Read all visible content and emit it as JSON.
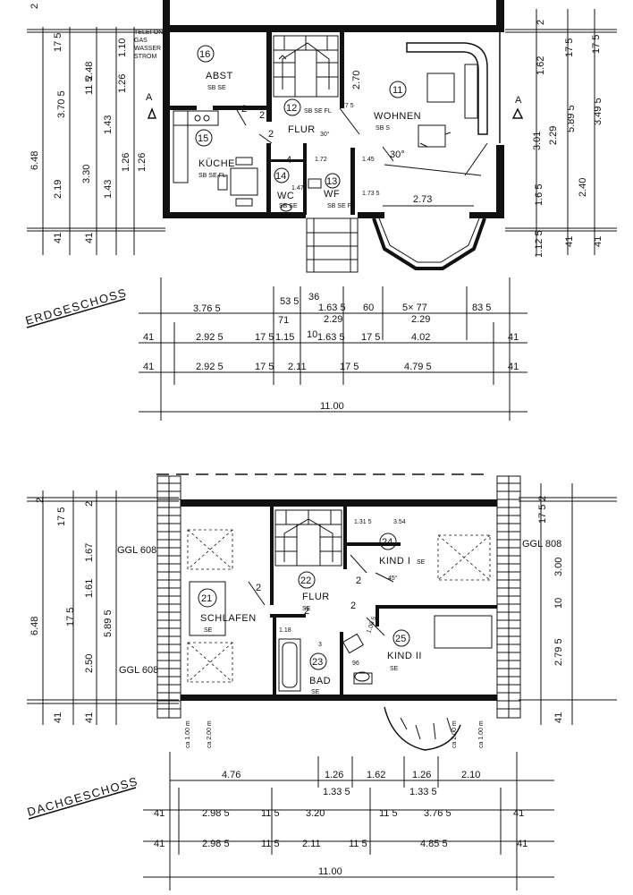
{
  "erdgeschoss": {
    "title": "ERDGESCHOSS",
    "utility_labels": [
      "TELEFON",
      "GAS",
      "WASSER",
      "STROM"
    ],
    "rooms": [
      {
        "number": "16",
        "name": "ABST",
        "code": "SB SE"
      },
      {
        "number": "15",
        "name": "KÜCHE",
        "code": "SB SE FL"
      },
      {
        "number": "12",
        "name": "FLUR",
        "code": "SB SE FL"
      },
      {
        "number": "14",
        "name": "WC",
        "code": "SB SE"
      },
      {
        "number": "13",
        "name": "WF",
        "code": "SB SE FL"
      },
      {
        "number": "11",
        "name": "WOHNEN",
        "code": "SB S"
      }
    ],
    "section_marker": "A",
    "angle_label": "30°",
    "bay_width": "2.73",
    "inner_labels": [
      "2",
      "4",
      "2",
      "30°",
      "1.72",
      "1.47",
      "1.73 5",
      "1.45",
      "2.70",
      "77 5",
      "2"
    ],
    "left_dims": [
      "2",
      "17 5",
      "2.48",
      "1.10",
      "1.26",
      "3.70 5",
      "11 5",
      "1.43",
      "1.26",
      "3.30",
      "2.19",
      "1.43",
      "1.26",
      "41",
      "41",
      "6.48"
    ],
    "right_dims": [
      "2",
      "1.62",
      "17 5",
      "17 5",
      "5.89 5",
      "3.49 5",
      "3.01",
      "2.29",
      "1.6 5",
      "2.40",
      "1.12 5",
      "41",
      "41"
    ],
    "bottom_rows": [
      [
        "3.76 5",
        "53 5",
        "36",
        "1.63 5",
        "60",
        "5× 77",
        "83 5"
      ],
      [
        "71",
        "2.29",
        "2.29"
      ],
      [
        "41",
        "2.92 5",
        "17 5",
        "1.15",
        "10",
        "1.63 5",
        "17 5",
        "4.02",
        "41"
      ],
      [
        "41",
        "2.92 5",
        "17 5",
        "2.11",
        "17 5",
        "4.79 5",
        "41"
      ],
      [
        "11.00"
      ]
    ]
  },
  "dachgeschoss": {
    "title": "DACHGESCHOSS",
    "rooms": [
      {
        "number": "21",
        "name": "SCHLAFEN",
        "code": "SE"
      },
      {
        "number": "22",
        "name": "FLUR",
        "code": "SE"
      },
      {
        "number": "23",
        "name": "BAD",
        "code": "SE"
      },
      {
        "number": "24",
        "name": "KIND I",
        "code": "SE"
      },
      {
        "number": "25",
        "name": "KIND II",
        "code": "SE"
      }
    ],
    "skylights": [
      "GGL 608",
      "GGL 608",
      "GGL 808"
    ],
    "inner_labels": [
      "1.31 5",
      "3.54",
      "2",
      "2",
      "2",
      "45°",
      "1.18",
      "3",
      "96",
      "1.00 5",
      "2"
    ],
    "bottom_notes": [
      "ca 1.00 m",
      "ca 2.00 m",
      "ca 2.00 m",
      "ca 1.00 m"
    ],
    "left_dims": [
      "2",
      "17 5",
      "2",
      "1.67",
      "1.61",
      "17 5",
      "6.48",
      "5.89 5",
      "2.50",
      "41",
      "41"
    ],
    "right_dims": [
      "2",
      "17 5",
      "3.00",
      "10",
      "2.79 5",
      "41"
    ],
    "bottom_rows": [
      [
        "4.76",
        "1.26",
        "1.62",
        "1.26",
        "2.10"
      ],
      [
        "1.33 5",
        "1.33 5"
      ],
      [
        "41",
        "2.98 5",
        "11 5",
        "3.20",
        "11 5",
        "3.76 5",
        "41"
      ],
      [
        "41",
        "2.98 5",
        "11 5",
        "2.11",
        "11 5",
        "4.85 5",
        "41"
      ],
      [
        "11.00"
      ]
    ]
  }
}
